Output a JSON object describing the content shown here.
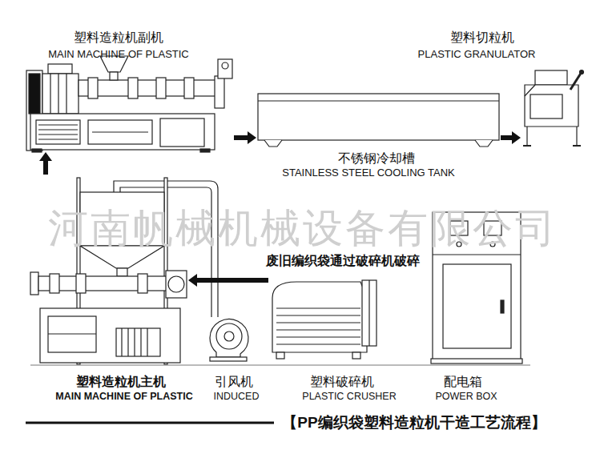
{
  "diagram": {
    "caption": "【PP编织袋塑料造粒机干造工艺流程】",
    "nodes": [
      {
        "text": [
          "塑料造粒机副机",
          "MAIN MACHINE OF PLASTIC"
        ]
      },
      {
        "text": [
          "不锈钢冷却槽",
          "STAINLESS STEEL COOLING TANK"
        ]
      },
      {
        "text": [
          "塑料切粒机",
          "PLASTIC GRANULATOR"
        ]
      },
      {
        "text": [
          "塑料造粒机主机",
          "MAIN MACHINE OF PLASTIC"
        ]
      },
      {
        "text": [
          "引风机",
          "INDUCED"
        ]
      },
      {
        "text": [
          "塑料破碎机",
          "PLASTIC CRUSHER"
        ]
      },
      {
        "text": [
          "配电箱",
          "POWER BOX"
        ]
      }
    ],
    "edges": [
      {
        "from": 0,
        "to": 1,
        "arrow": "to"
      },
      {
        "from": 1,
        "to": 2,
        "arrow": "to"
      },
      {
        "from": 3,
        "to": 0,
        "arrow": "to"
      },
      {
        "from": 5,
        "to": 3,
        "label": "废旧编织袋通过破碎机破碎",
        "arrow": "to"
      }
    ],
    "labels": [
      "河南帆械机械设备有限公司"
    ]
  }
}
